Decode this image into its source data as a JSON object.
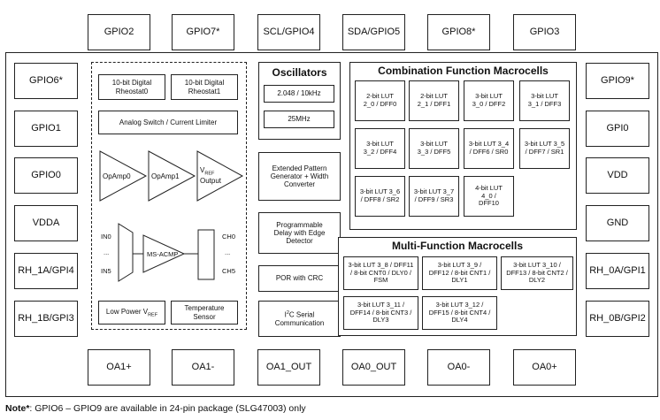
{
  "pins_top": [
    "GPIO2",
    "GPIO7*",
    "SCL/GPIO4",
    "SDA/GPIO5",
    "GPIO8*",
    "GPIO3"
  ],
  "pins_left": [
    "GPIO6*",
    "GPIO1",
    "GPIO0",
    "VDDA",
    "RH_1A/GPI4",
    "RH_1B/GPI3"
  ],
  "pins_right": [
    "GPIO9*",
    "GPI0",
    "VDD",
    "GND",
    "RH_0A/GPI1",
    "RH_0B/GPI2"
  ],
  "pins_bottom": [
    "OA1+",
    "OA1-",
    "OA1_OUT",
    "OA0_OUT",
    "OA0-",
    "OA0+"
  ],
  "analog": {
    "rheostat0": "10-bit Digital Rheostat0",
    "rheostat1": "10-bit Digital Rheostat1",
    "switch": "Analog Switch / Current Limiter",
    "opamp0": "OpAmp0",
    "opamp1": "OpAmp1",
    "vref_main": "V",
    "vref_sub": "REF",
    "vref_tail": "Output",
    "in0": "IN0",
    "dots": "...",
    "in5": "IN5",
    "acmp": "MS-ACMP",
    "ch0": "CH0",
    "ch5": "CH5",
    "lp_main": "Low Power V",
    "lp_sub": "REF",
    "temp": "Temperature Sensor"
  },
  "oscillators": {
    "title": "Oscillators",
    "osc1": "2.048 / 10kHz",
    "osc2": "25MHz"
  },
  "pattern": "Extended Pattern Generator + Width Converter",
  "delay": "Programmable Delay with Edge Detector",
  "por": "POR with CRC",
  "i2c_main": "I",
  "i2c_sup": "2",
  "i2c_tail": "C Serial Communication",
  "combo": {
    "title": "Combination Function Macrocells",
    "cells": [
      "2-bit LUT 2_0 / DFF0",
      "2-bit LUT 2_1 / DFF1",
      "3-bit LUT 3_0 / DFF2",
      "3-bit LUT 3_1 / DFF3",
      "3-bit LUT 3_2 / DFF4",
      "3-bit LUT 3_3 / DFF5",
      "3-bit LUT 3_4 / DFF6 / SR0",
      "3-bit LUT 3_5 / DFF7 / SR1",
      "3-bit LUT 3_6 / DFF8 / SR2",
      "3-bit LUT 3_7 / DFF9 / SR3",
      "4-bit LUT 4_0 / DFF10"
    ]
  },
  "multi": {
    "title": "Multi-Function Macrocells",
    "cells": [
      "3-bit LUT 3_8 / DFF11 / 8-bit CNT0 / DLY0 / FSM",
      "3-bit LUT 3_9 / DFF12 / 8-bit CNT1 / DLY1",
      "3-bit LUT 3_10 / DFF13 / 8-bit CNT2 / DLY2",
      "3-bit LUT 3_11 / DFF14 / 8-bit CNT3 / DLY3",
      "3-bit LUT 3_12 / DFF15 / 8-bit CNT4 / DLY4"
    ]
  },
  "note": {
    "label": "Note*",
    "text": ": GPIO6 – GPIO9 are available in 24-pin package (SLG47003) only"
  }
}
